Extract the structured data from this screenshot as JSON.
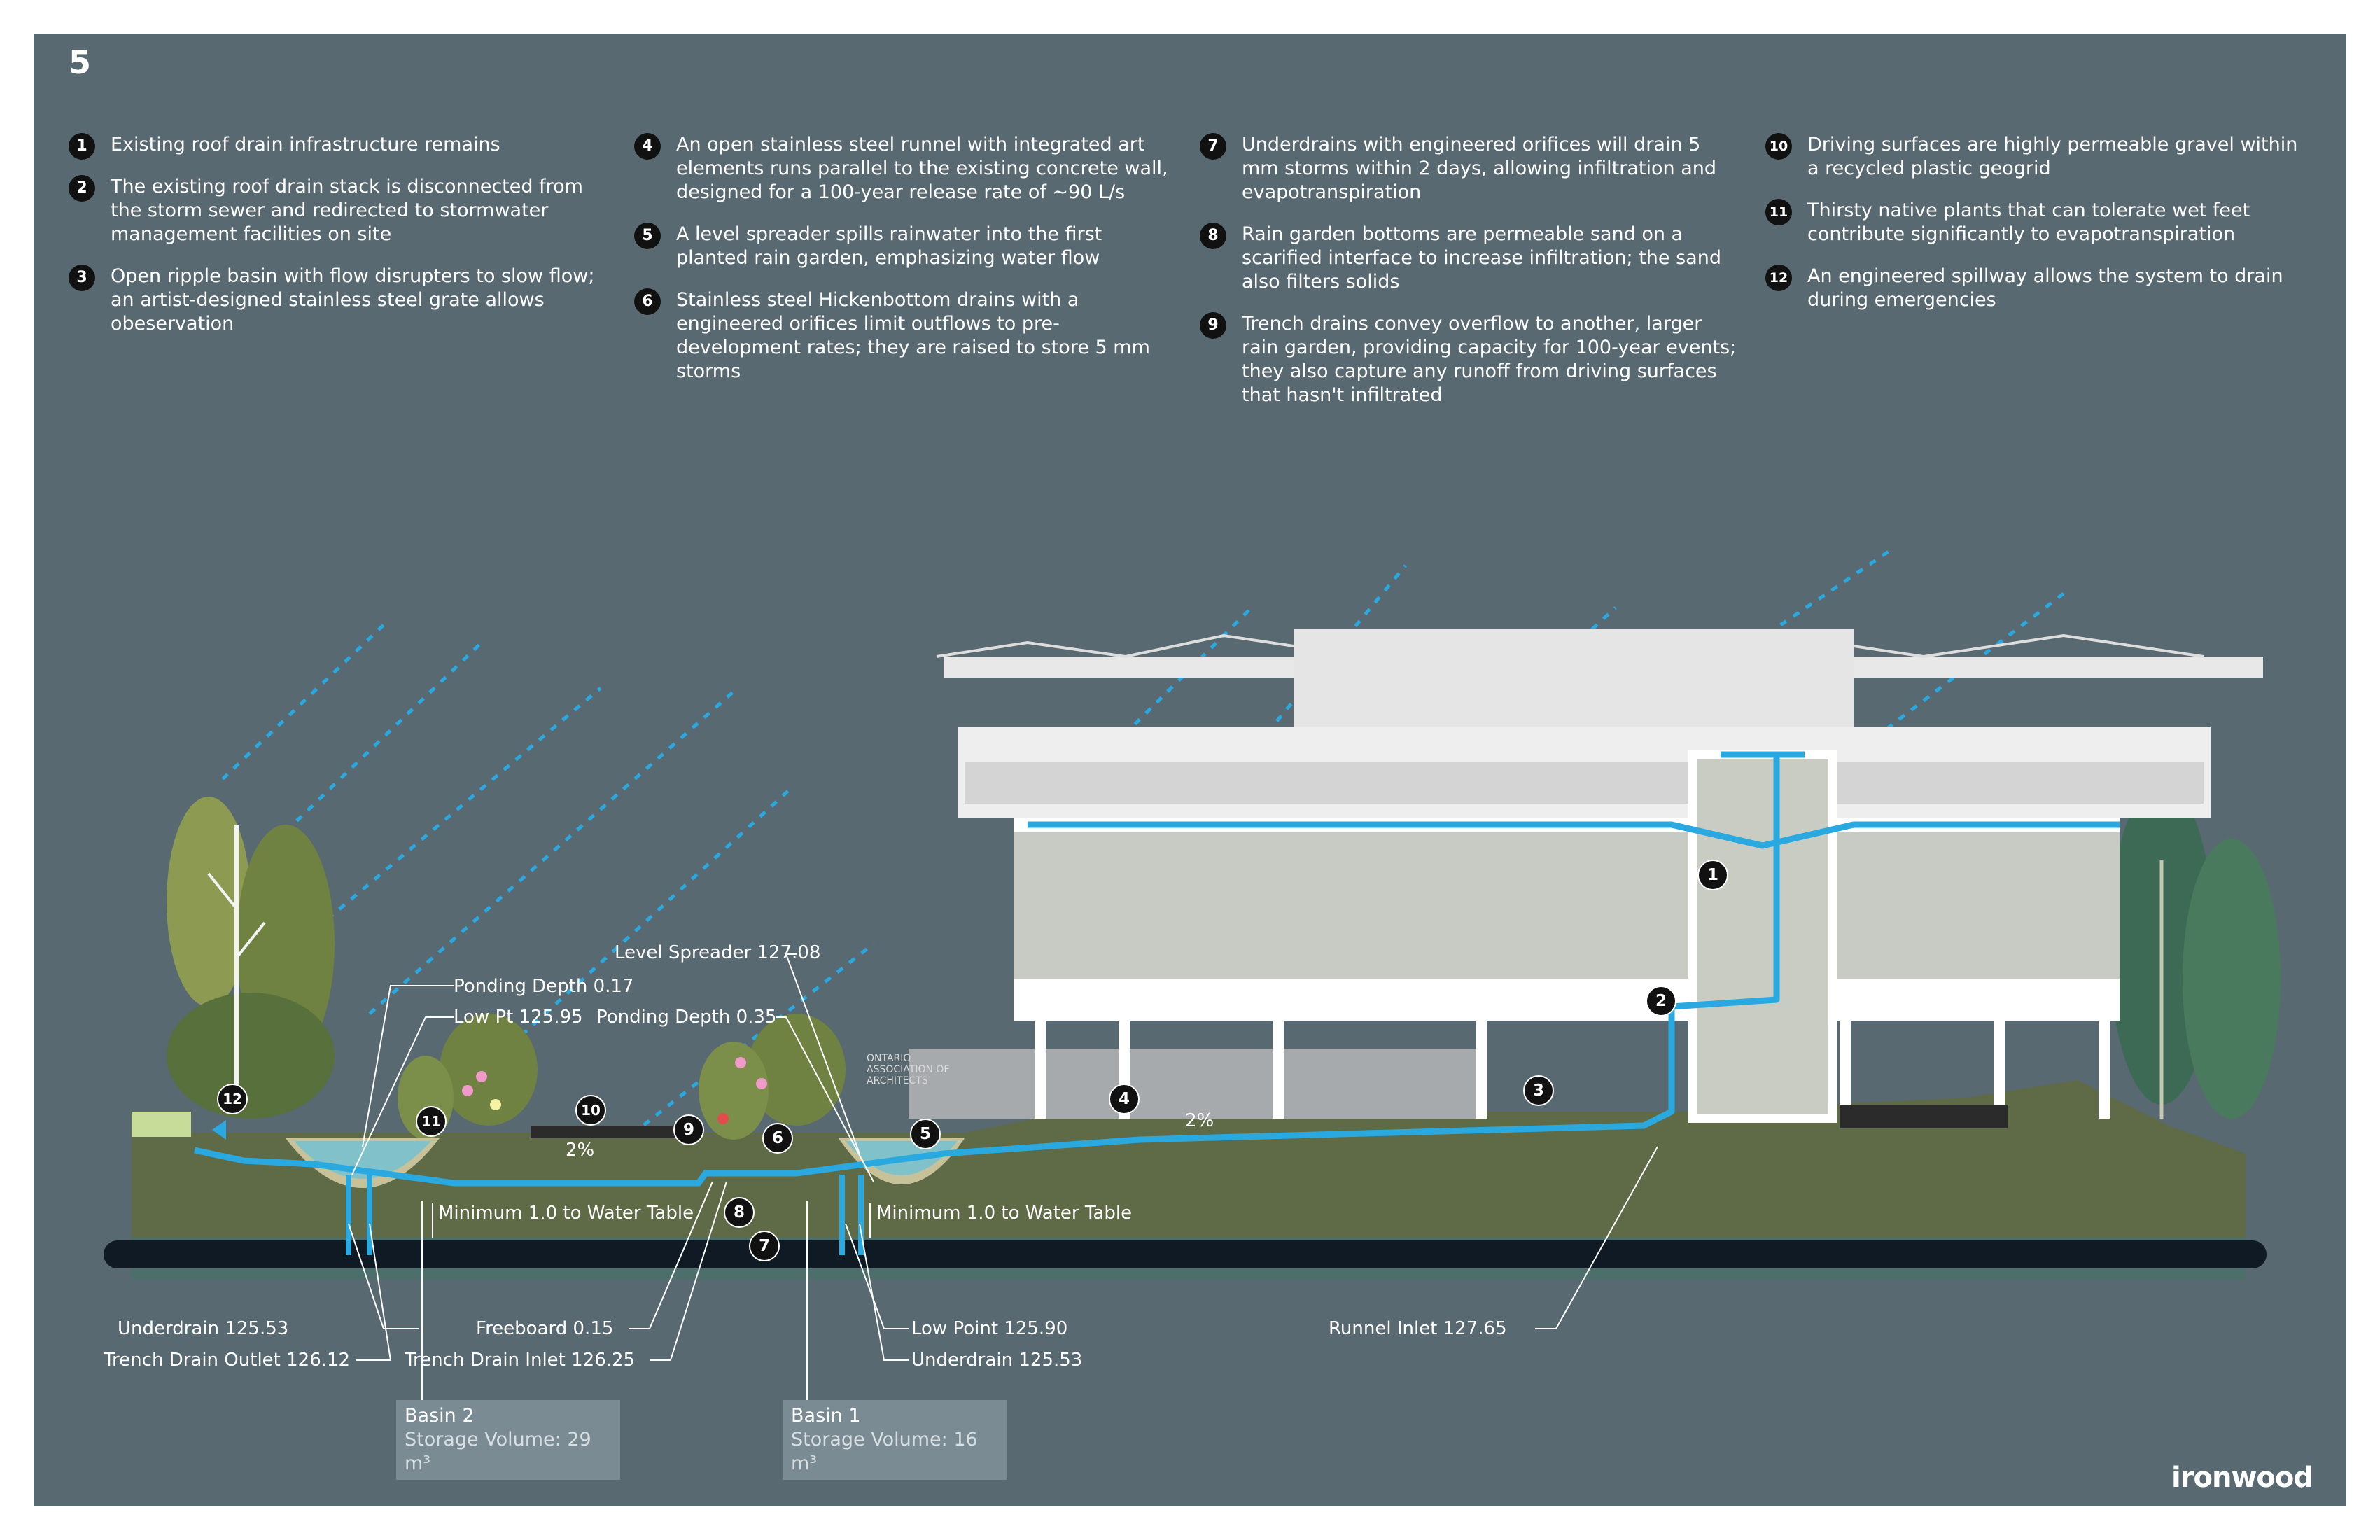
{
  "panel_number": "5",
  "legend": [
    [
      {
        "num": "1",
        "text": "Existing roof drain infrastructure remains"
      },
      {
        "num": "2",
        "text": "The existing roof drain stack is disconnected from the storm sewer and redirected to stormwater management facilities on site"
      },
      {
        "num": "3",
        "text": "Open ripple basin with flow disrupters to slow flow; an artist-designed stainless steel grate allows obeservation"
      }
    ],
    [
      {
        "num": "4",
        "text": "An open stainless steel runnel with integrated art elements runs parallel to the existing concrete wall, designed for a 100-year release rate of ~90 L/s"
      },
      {
        "num": "5",
        "text": "A level spreader spills rainwater into the first planted rain garden, emphasizing water flow"
      },
      {
        "num": "6",
        "text": "Stainless steel Hickenbottom drains with a engineered orifices limit outflows to pre-development rates; they are raised to store 5 mm storms"
      }
    ],
    [
      {
        "num": "7",
        "text": "Underdrains with engineered orifices will drain 5 mm storms within 2 days, allowing infiltration and evapotranspiration"
      },
      {
        "num": "8",
        "text": "Rain garden bottoms are permeable sand on a scarified interface to increase infiltration; the sand also filters solids"
      },
      {
        "num": "9",
        "text": "Trench drains convey overflow to another, larger rain garden, providing capacity for 100-year events; they also capture any runoff from driving surfaces that hasn't infiltrated"
      }
    ],
    [
      {
        "num": "10",
        "text": "Driving surfaces are highly permeable gravel within a recycled plastic geogrid"
      },
      {
        "num": "11",
        "text": "Thirsty native plants that can tolerate wet feet contribute significantly to evapotranspiration"
      },
      {
        "num": "12",
        "text": "An engineered spillway allows the system to drain during emergencies"
      }
    ]
  ],
  "labels": {
    "ponding_depth_1": "Ponding Depth 0.17",
    "low_pt": "Low Pt 125.95",
    "level_spreader": "Level Spreader 127.08",
    "ponding_depth_2": "Ponding Depth 0.35",
    "min_water_table_1": "Minimum 1.0 to Water Table",
    "min_water_table_2": "Minimum 1.0 to Water Table",
    "underdrain_left": "Underdrain 125.53",
    "trench_drain_outlet": "Trench Drain Outlet 126.12",
    "freeboard": "Freeboard 0.15",
    "trench_drain_inlet": "Trench Drain Inlet 126.25",
    "low_point": "Low Point 125.90",
    "underdrain_right": "Underdrain 125.53",
    "runnel_inlet": "Runnel Inlet 127.65",
    "slope_1": "2%",
    "slope_2": "2%",
    "building_sign": "ONTARIO ASSOCIATION OF ARCHITECTS"
  },
  "basins": {
    "basin2": {
      "title": "Basin 2",
      "volume": "Storage Volume: 29 m³"
    },
    "basin1": {
      "title": "Basin 1",
      "volume": "Storage Volume: 16 m³"
    }
  },
  "markers": {
    "m1": "1",
    "m2": "2",
    "m3": "3",
    "m4": "4",
    "m5": "5",
    "m6": "6",
    "m7": "7",
    "m8": "8",
    "m9": "9",
    "m10": "10",
    "m11": "11",
    "m12": "12"
  },
  "brand": "ironwood",
  "colors": {
    "background": "#586972",
    "water": "#29a9e0",
    "ground": "#5f6a46",
    "building": "#f1f1f1",
    "pipe": "#0f1a24"
  }
}
